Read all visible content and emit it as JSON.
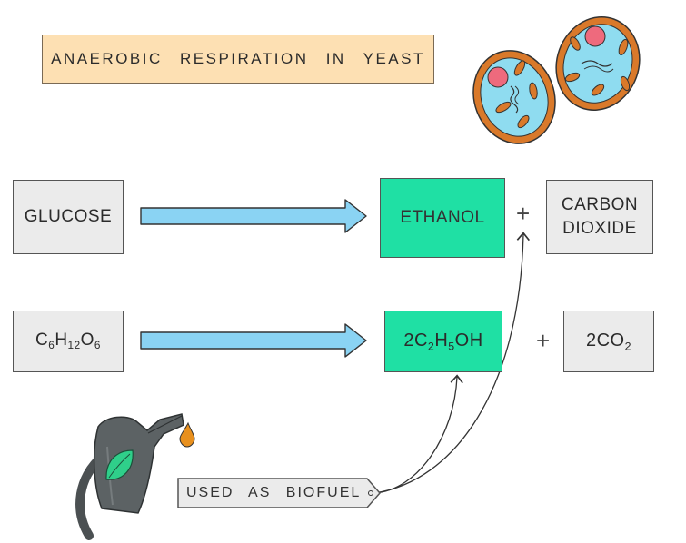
{
  "title": "ANAEROBIC RESPIRATION IN YEAST",
  "words_row": {
    "reactant": "GLUCOSE",
    "product1": "ETHANOL",
    "plus": "+",
    "product2_line1": "CARBON",
    "product2_line2": "DIOXIDE"
  },
  "formula_row": {
    "reactant": {
      "parts": [
        "C",
        "6",
        "H",
        "12",
        "O",
        "6"
      ]
    },
    "product1": {
      "parts": [
        "2C",
        "2",
        "H",
        "5",
        "OH"
      ]
    },
    "plus": "+",
    "product2": {
      "parts": [
        "2CO",
        "2"
      ]
    }
  },
  "use_label": "USED AS BIOFUEL",
  "colors": {
    "title_bg": "#fde0b3",
    "ethanol_bg": "#1fe0a4",
    "box_grey": "#ebebeb",
    "arrow_fill": "#8ad3f3",
    "cell_wall": "#d9792a",
    "cytoplasm": "#8fdcf0",
    "nucleus": "#ee6a7d",
    "pump_body": "#5c6264",
    "leaf": "#2fcf8a",
    "fuel_drop": "#e8901e"
  },
  "icons": [
    "yeast-cell-icon",
    "fuel-pump-nozzle-icon",
    "leaf-icon",
    "fuel-drop-icon"
  ]
}
